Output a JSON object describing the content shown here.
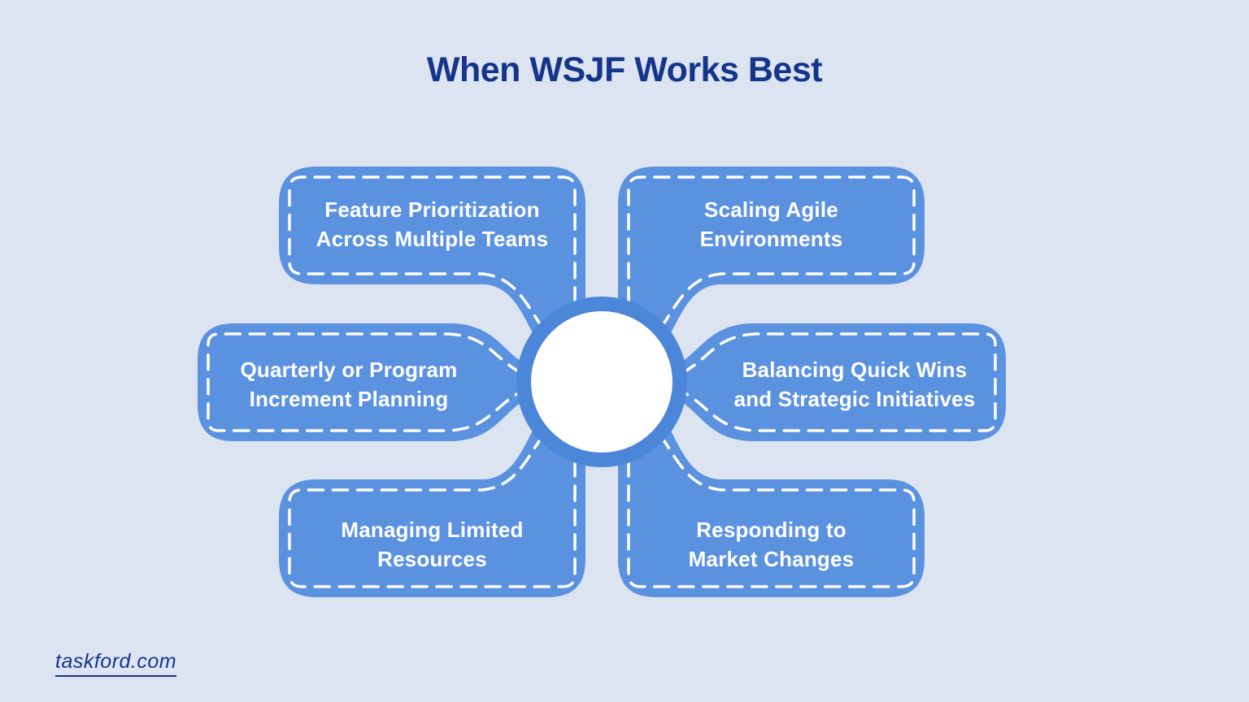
{
  "title": "When WSJF Works Best",
  "boxes": [
    {
      "position": "top-left",
      "line1": "Feature Prioritization",
      "line2": "Across Multiple Teams"
    },
    {
      "position": "top-right",
      "line1": "Scaling Agile",
      "line2": "Environments"
    },
    {
      "position": "middle-left",
      "line1": "Quarterly or Program",
      "line2": "Increment Planning"
    },
    {
      "position": "middle-right",
      "line1": "Balancing Quick Wins",
      "line2": "and Strategic Initiatives"
    },
    {
      "position": "bottom-left",
      "line1": "Managing Limited",
      "line2": "Resources"
    },
    {
      "position": "bottom-right",
      "line1": "Responding to",
      "line2": "Market Changes"
    }
  ],
  "footer": {
    "link_text": "taskford.com"
  },
  "colors": {
    "background": "#dde4f1",
    "box_fill": "#5b92e0",
    "ring": "#4c86d8",
    "center_fill": "#ffffff",
    "dash": "#ffffff",
    "label_text": "#ffffff",
    "title_text": "#15358b",
    "link_text": "#15358b"
  }
}
